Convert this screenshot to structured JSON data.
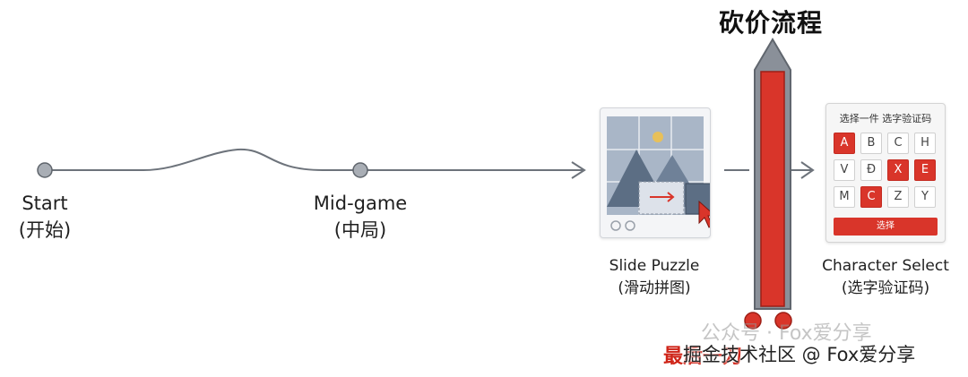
{
  "title": "砍价流程",
  "nodes": {
    "start": {
      "label": "Start",
      "sublabel": "(开始)"
    },
    "mid": {
      "label": "Mid-game",
      "sublabel": "(中局)"
    }
  },
  "slide_puzzle": {
    "label": "Slide Puzzle",
    "sublabel": "(滑动拼图)"
  },
  "character_select": {
    "label": "Character Select",
    "sublabel": "(选字验证码)",
    "header": "选择一件  选字验证码",
    "cells": [
      {
        "char": "A",
        "selected": true
      },
      {
        "char": "B",
        "selected": false
      },
      {
        "char": "C",
        "selected": false
      },
      {
        "char": "H",
        "selected": false
      },
      {
        "char": "V",
        "selected": false
      },
      {
        "char": "Đ",
        "selected": false
      },
      {
        "char": "X",
        "selected": true
      },
      {
        "char": "E",
        "selected": true
      },
      {
        "char": "M",
        "selected": false
      },
      {
        "char": "C",
        "selected": true
      },
      {
        "char": "Z",
        "selected": false
      },
      {
        "char": "Y",
        "selected": false
      }
    ],
    "button": "选择"
  },
  "watermark": {
    "line1": "公众号 · Fox爱分享",
    "line2_red": "最后一刀",
    "line2": "掘金技术社区 @ Fox爱分享"
  },
  "colors": {
    "accent_red": "#d9352a",
    "bar_gray": "#8a9099",
    "line_gray": "#6d737b"
  }
}
